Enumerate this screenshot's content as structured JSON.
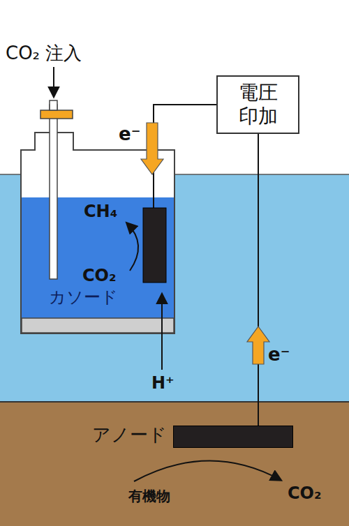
{
  "diagram": {
    "nodes": [
      {
        "text": [
          "電圧 印加"
        ]
      },
      {
        "text": [
          "アノード"
        ]
      }
    ],
    "edges": [
      {
        "from": 0,
        "to": 1,
        "arrow": "none"
      }
    ],
    "labels": [
      "CO₂ 注入",
      "e⁻",
      "CH₄",
      "CO₂",
      "カソード",
      "H⁺",
      "e⁻",
      "有機物",
      "CO₂"
    ]
  }
}
